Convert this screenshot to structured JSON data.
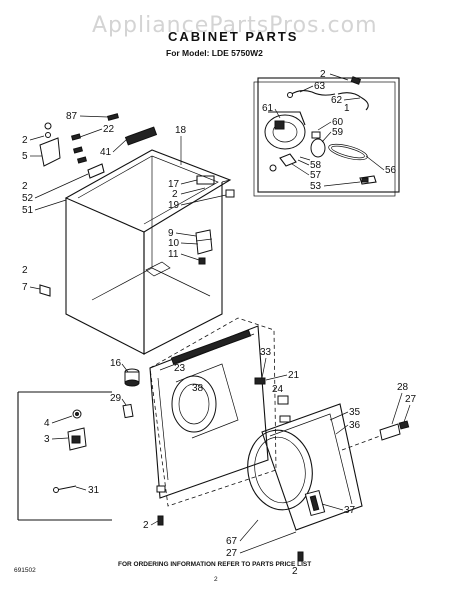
{
  "watermark": "AppliancePartsPros.com",
  "title": "CABINET PARTS",
  "subtitle": "For Model: LDE 5750W2",
  "callouts": {
    "c87": "87",
    "c22": "22",
    "c2a": "2",
    "c5": "5",
    "c41": "41",
    "c18": "18",
    "c2b": "2",
    "c52": "52",
    "c51": "51",
    "c17": "17",
    "c2c": "2",
    "c19": "19",
    "c9": "9",
    "c10": "10",
    "c11": "11",
    "c2d": "2",
    "c7": "7",
    "c2e": "2",
    "c63": "63",
    "c62": "62",
    "c1": "1",
    "c61": "61",
    "c60": "60",
    "c59": "59",
    "c58": "58",
    "c57": "57",
    "c53": "53",
    "c56": "56",
    "c16": "16",
    "c23": "23",
    "c38": "38",
    "c33": "33",
    "c21": "21",
    "c29": "29",
    "c24": "24",
    "c28": "28",
    "c27a": "27",
    "c35": "35",
    "c36": "36",
    "c4": "4",
    "c3": "3",
    "c31": "31",
    "c37": "37",
    "c67": "67",
    "c27b": "27",
    "c2f": "2",
    "c2g": "2"
  },
  "footer": {
    "ordering_note": "FOR ORDERING INFORMATION REFER TO PARTS PRICE LIST",
    "doc_number": "691502",
    "page_number": "2"
  }
}
